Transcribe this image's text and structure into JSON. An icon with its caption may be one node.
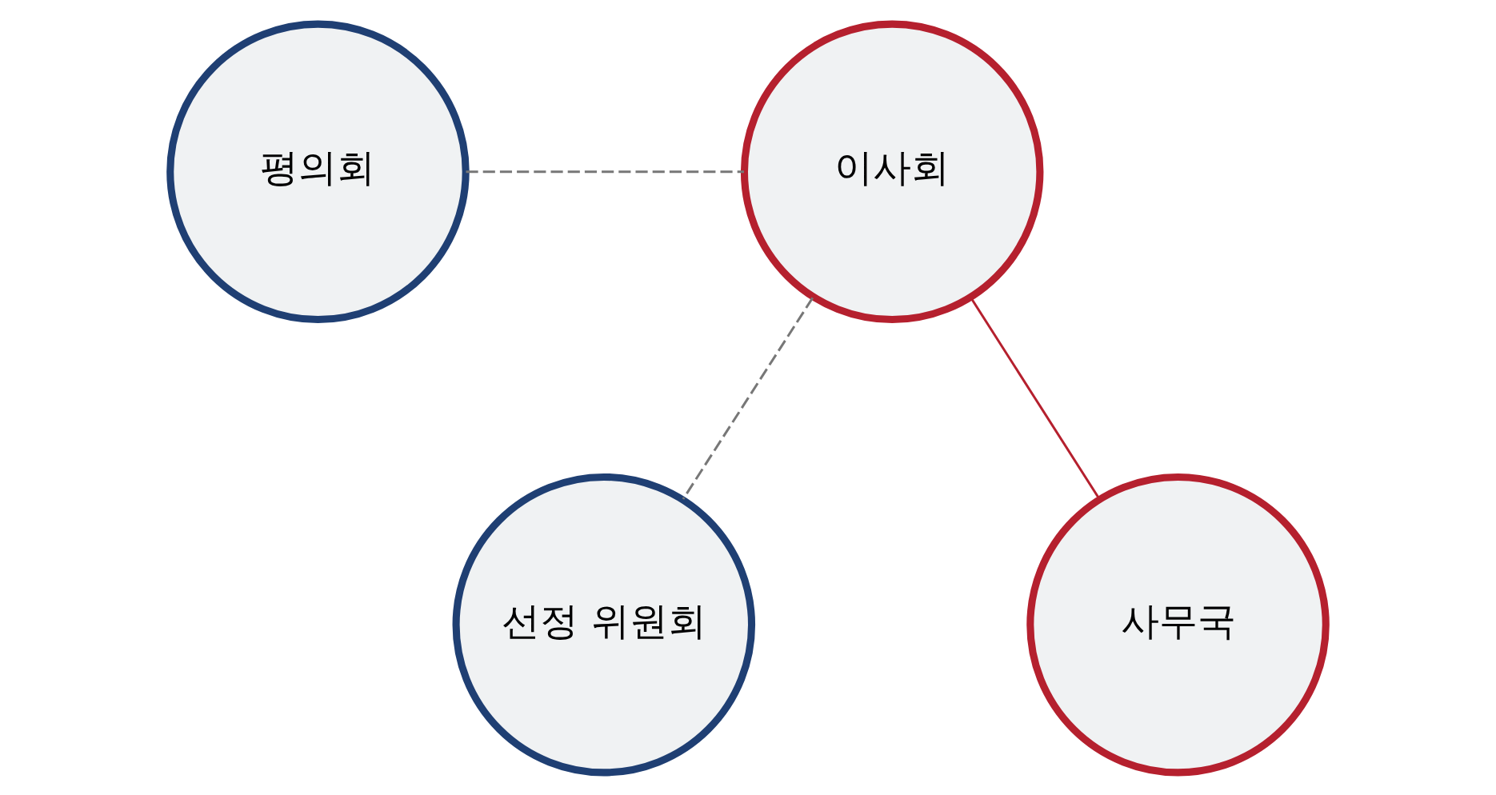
{
  "diagram": {
    "nodes": [
      {
        "text": [
          "평의회"
        ]
      },
      {
        "text": [
          "이사회"
        ]
      },
      {
        "text": [
          "선정 위원회"
        ]
      },
      {
        "text": [
          "사무국"
        ]
      }
    ],
    "edges": [
      {
        "from": 0,
        "to": 1,
        "arrow": "none",
        "style": "dashed",
        "color": "#777777"
      },
      {
        "from": 1,
        "to": 3,
        "arrow": "none",
        "color": "#b5202e"
      },
      {
        "from": 1,
        "to": 2,
        "arrow": "none",
        "style": "dashed",
        "color": "#777777"
      }
    ]
  }
}
